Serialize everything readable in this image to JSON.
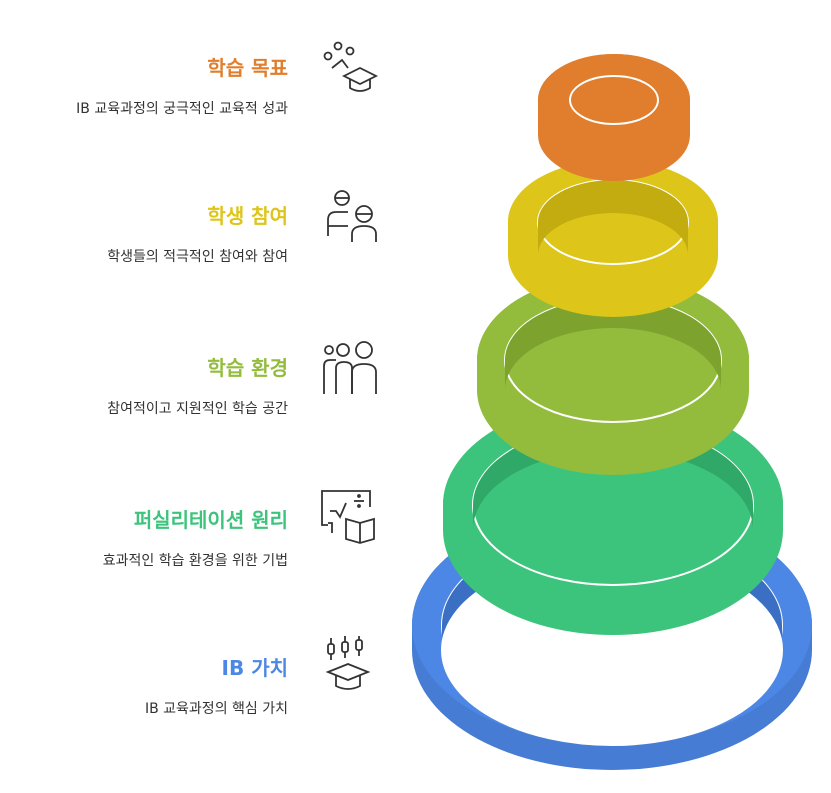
{
  "levels": [
    {
      "title": "학습 목표",
      "description": "IB 교육과정의 궁극적인 교육적 성과",
      "color": "#E07E2D",
      "icon": "idea-graduation-cap-icon"
    },
    {
      "title": "학생 참여",
      "description": "학생들의 적극적인 참여와 참여",
      "color": "#DDC51A",
      "icon": "teacher-student-icon"
    },
    {
      "title": "학습 환경",
      "description": "참여적이고 지원적인 학습 공간",
      "color": "#93BC3C",
      "icon": "people-group-icon"
    },
    {
      "title": "퍼실리테이션 원리",
      "description": "효과적인 학습 환경을 위한 기법",
      "color": "#3CC47C",
      "icon": "whiteboard-book-icon"
    },
    {
      "title": "IB 가치",
      "description": "IB 교육과정의 핵심 가치",
      "color": "#4C87E5",
      "icon": "graduation-cap-candles-icon"
    }
  ]
}
